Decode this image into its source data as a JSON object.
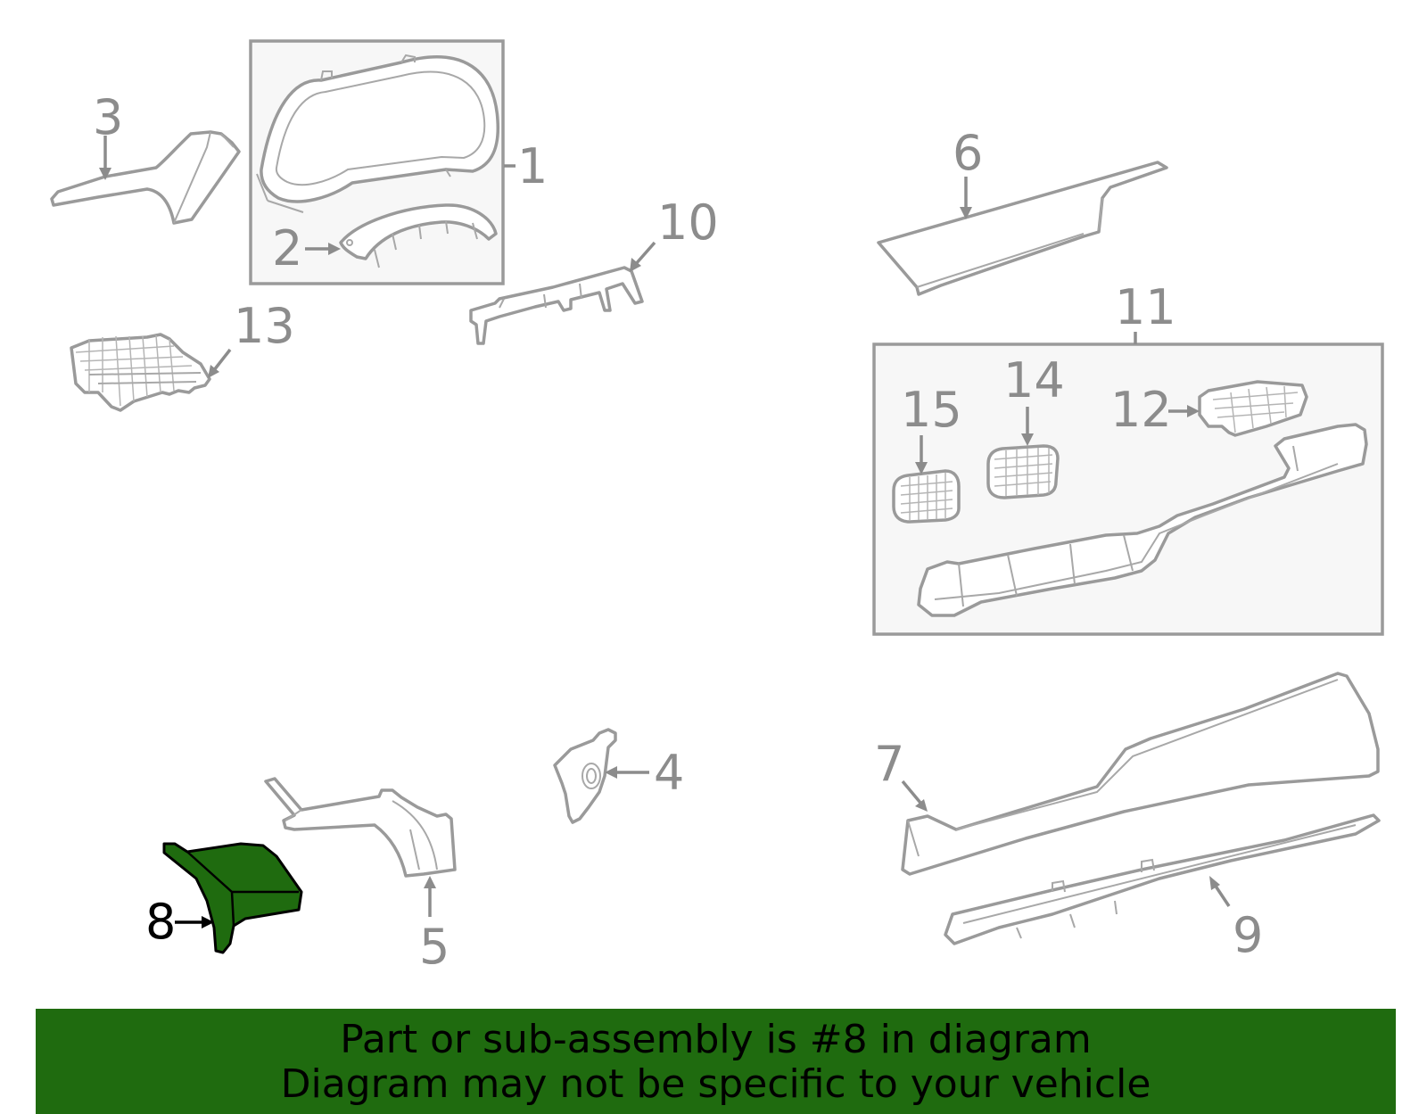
{
  "labels": {
    "p1": "1",
    "p2": "2",
    "p3": "3",
    "p4": "4",
    "p5": "5",
    "p6": "6",
    "p7": "7",
    "p8": "8",
    "p9": "9",
    "p10": "10",
    "p11": "11",
    "p12": "12",
    "p13": "13",
    "p14": "14",
    "p15": "15"
  },
  "highlight": {
    "part": "8",
    "color": "#1f6b0f"
  },
  "banner": {
    "line1": "Part or sub-assembly is #8 in diagram",
    "line2": "Diagram may not be specific to your vehicle",
    "color": "#1f6b0f"
  }
}
